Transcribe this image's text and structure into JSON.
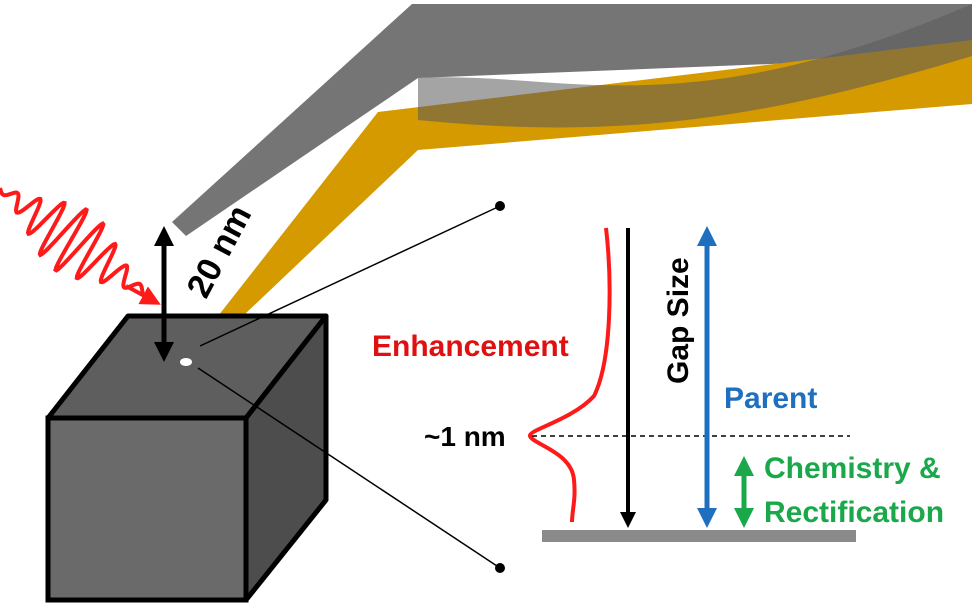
{
  "labels": {
    "gap_20nm": "20 nm",
    "enhancement": "Enhancement",
    "one_nm": "~1 nm",
    "gap_size": "Gap Size",
    "parent": "Parent",
    "chemistry_line1": "Chemistry &",
    "chemistry_line2": "Rectification"
  },
  "colors": {
    "laser": "#ff1a1a",
    "gold_tip": "#d49a00",
    "gray_tip": "#6e6e6e",
    "cube_face": "#6a6a6a",
    "enhancement_text": "#e01010",
    "parent_arrow": "#1f6fbf",
    "chemistry_arrow": "#1aa84a",
    "substrate": "#8a8a8a"
  }
}
